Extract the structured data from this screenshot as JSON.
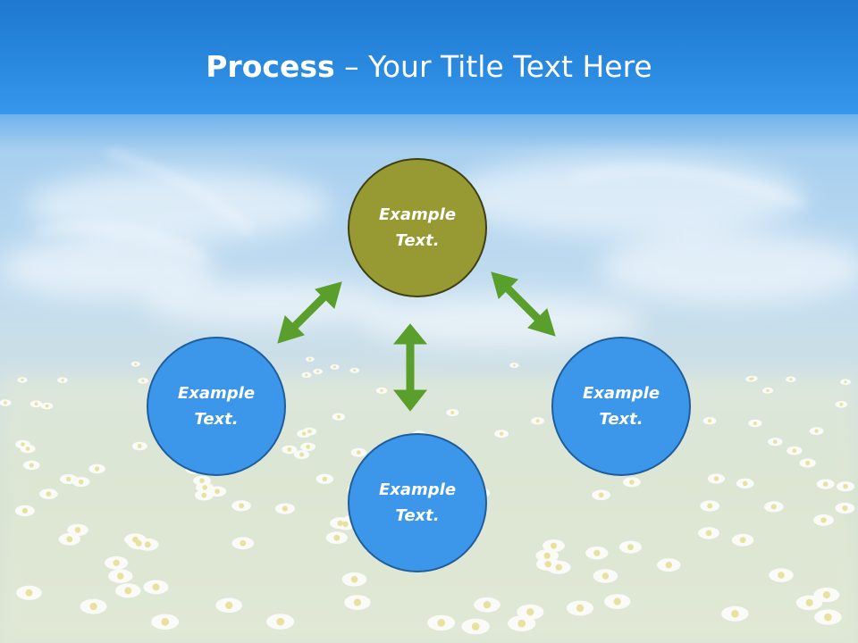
{
  "title": {
    "bold": "Process",
    "rest": " – Your Title Text Here"
  },
  "nodes": {
    "top": {
      "line1": "Example",
      "line2": "Text."
    },
    "left": {
      "line1": "Example",
      "line2": "Text."
    },
    "right": {
      "line1": "Example",
      "line2": "Text."
    },
    "bottom": {
      "line1": "Example",
      "line2": "Text."
    }
  },
  "colors": {
    "header": "#2a8ae0",
    "top_node": "#979a33",
    "blue_node": "#3c97ea",
    "arrow": "#5a9e2b"
  },
  "icons": [
    "double-arrow-icon"
  ]
}
